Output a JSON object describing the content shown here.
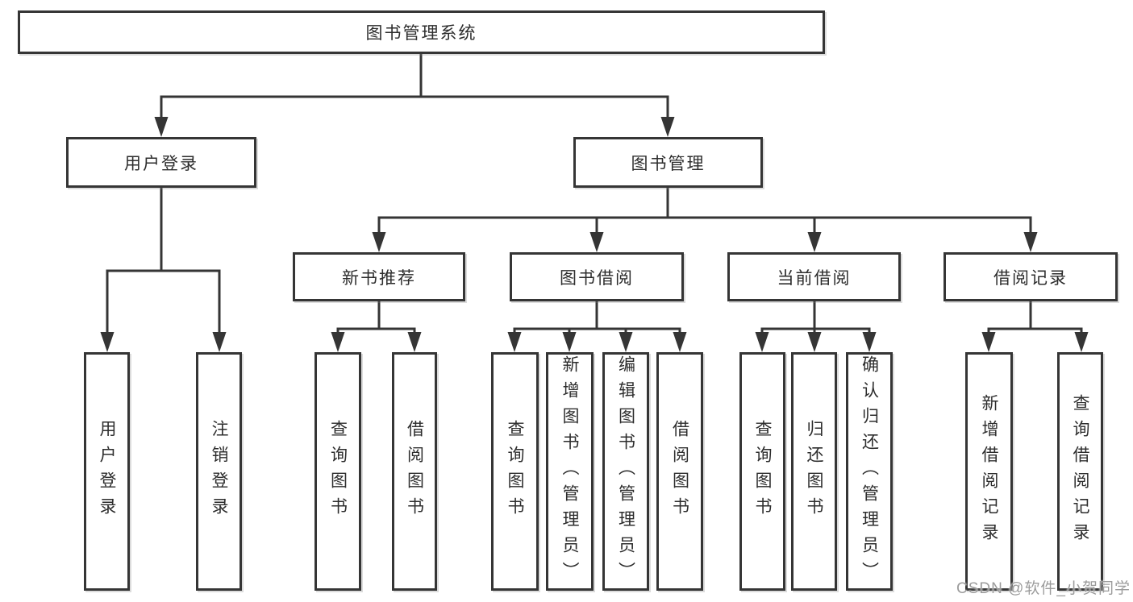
{
  "colors": {
    "line": "#353535",
    "box-border": "#353535",
    "text": "#2d2d2d",
    "watermark": "#9c9c9c",
    "background": "#ffffff"
  },
  "nodes": {
    "root": "图书管理系统",
    "l1": [
      "用户登录",
      "图书管理"
    ],
    "l2": [
      "新书推荐",
      "图书借阅",
      "当前借阅",
      "借阅记录"
    ],
    "leaves": [
      "用户登录",
      "注销登录",
      "查询图书",
      "借阅图书",
      "查询图书",
      "新增图书（管理员）",
      "编辑图书（管理员）",
      "借阅图书",
      "查询图书",
      "归还图书",
      "确认归还（管理员）",
      "新增借阅记录",
      "查询借阅记录"
    ]
  },
  "watermark": "CSDN @软件_小贺同学"
}
